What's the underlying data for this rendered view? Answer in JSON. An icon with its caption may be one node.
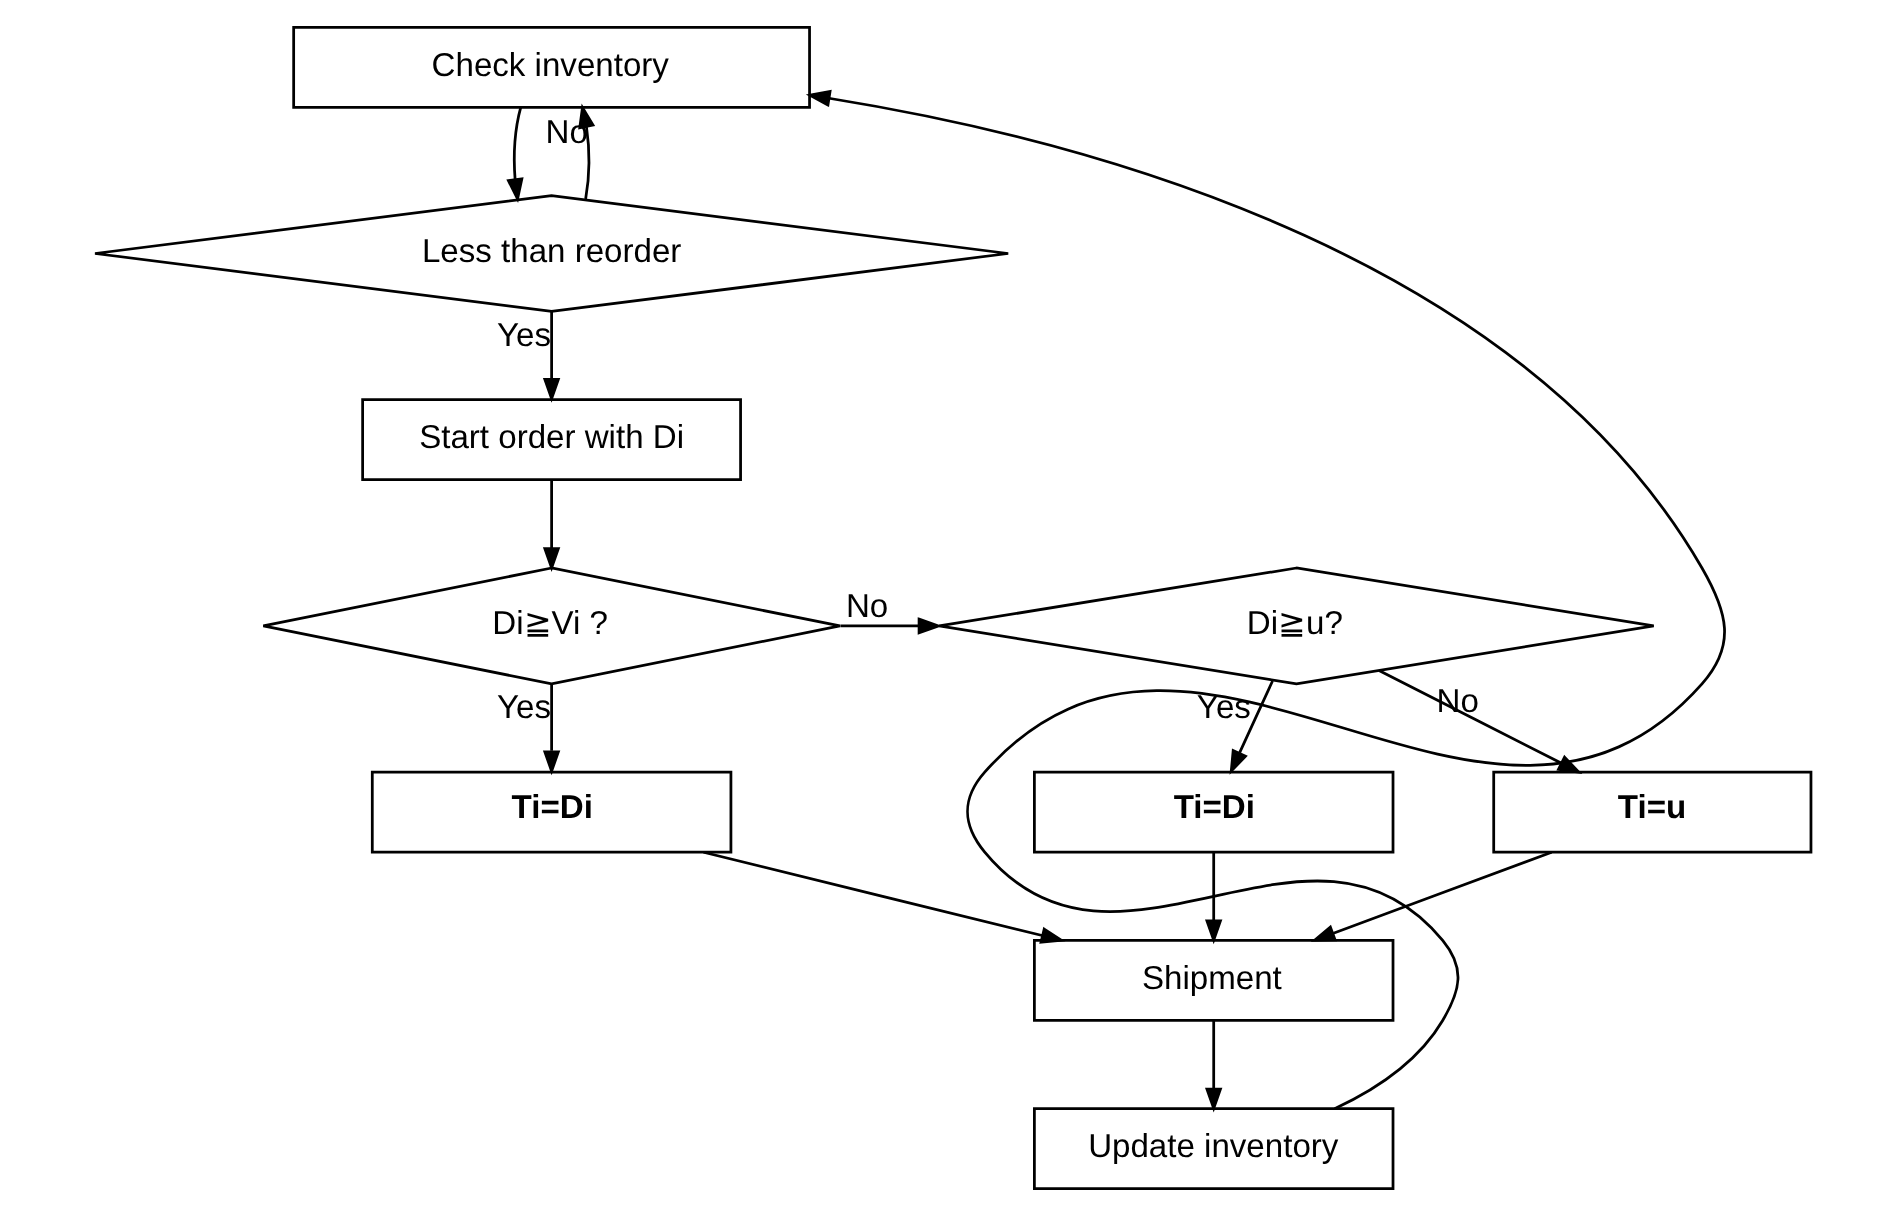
{
  "diagram": {
    "nodes": [
      {
        "text": [
          "Check inventory"
        ]
      },
      {
        "text": [
          "Less than reorder"
        ]
      },
      {
        "text": [
          "Start order with Di"
        ]
      },
      {
        "text": [
          "Di≧Vi ?"
        ]
      },
      {
        "text": [
          "Di≧u?"
        ]
      },
      {
        "text": [
          "Ti=Di"
        ]
      },
      {
        "text": [
          "Ti=Di"
        ]
      },
      {
        "text": [
          "Ti=u"
        ]
      },
      {
        "text": [
          "Shipment"
        ]
      },
      {
        "text": [
          "Update inventory"
        ]
      }
    ],
    "edges": [
      {
        "from": 0,
        "to": 1,
        "arrow": "to"
      },
      {
        "from": 1,
        "to": 0,
        "arrow": "to",
        "label": "No"
      },
      {
        "from": 1,
        "to": 2,
        "arrow": "to",
        "label": "Yes"
      },
      {
        "from": 2,
        "to": 3,
        "arrow": "to"
      },
      {
        "from": 3,
        "to": 4,
        "arrow": "to",
        "label": "No"
      },
      {
        "from": 3,
        "to": 5,
        "arrow": "to",
        "label": "Yes"
      },
      {
        "from": 4,
        "to": 6,
        "arrow": "to",
        "label": "Yes"
      },
      {
        "from": 4,
        "to": 7,
        "arrow": "to",
        "label": "No"
      },
      {
        "from": 5,
        "to": 8,
        "arrow": "to"
      },
      {
        "from": 6,
        "to": 8,
        "arrow": "to"
      },
      {
        "from": 7,
        "to": 8,
        "arrow": "to"
      },
      {
        "from": 8,
        "to": 9,
        "arrow": "to"
      },
      {
        "from": 9,
        "to": 0,
        "arrow": "to"
      }
    ]
  }
}
